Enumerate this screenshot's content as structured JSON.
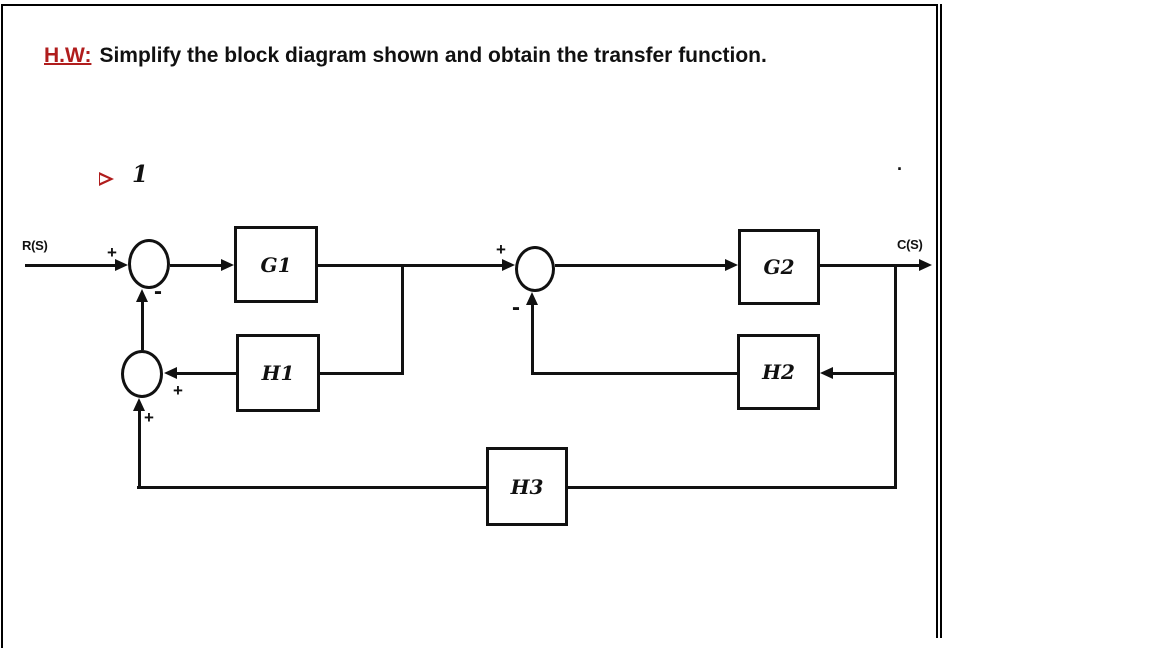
{
  "page": {
    "heading": {
      "tag": "H.W:",
      "text": "Simplify the block diagram shown and obtain the transfer function."
    },
    "bullet": {
      "marker_icon": "arrowhead-right",
      "number": "1"
    },
    "stray_dot": "."
  },
  "colors": {
    "accent_red": "#b01d1d",
    "diagram_line": "#111111",
    "background": "#ffffff"
  },
  "diagram": {
    "input_label": "R(S)",
    "output_label": "C(S)",
    "blocks": {
      "g1": "G1",
      "h1": "H1",
      "g2": "G2",
      "h2": "H2",
      "h3": "H3"
    },
    "summing_junctions": {
      "sum1": {
        "top_left_sign": "+",
        "bottom_sign": "-"
      },
      "sum2": {
        "right_sign": "+",
        "bottom_sign": "+"
      },
      "sum3": {
        "top_left_sign": "+",
        "bottom_sign": "-"
      }
    }
  }
}
